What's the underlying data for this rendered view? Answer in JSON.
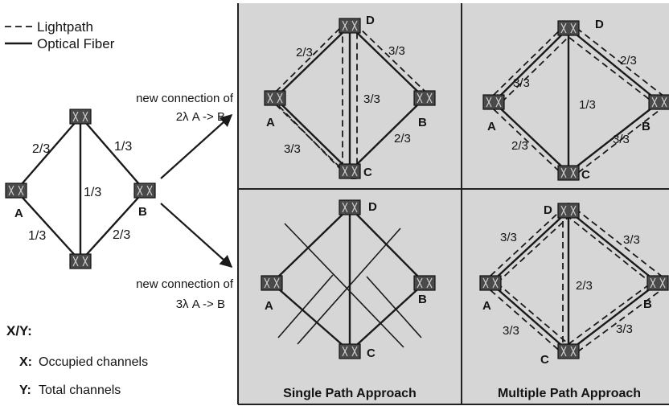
{
  "legend": {
    "lightpath": "Lightpath",
    "fiber": "Optical Fiber"
  },
  "arrows": {
    "top_line1": "new connection of",
    "top_line2": "2λ A -> B",
    "bottom_line1": "new connection of",
    "bottom_line2": "3λ A -> B"
  },
  "key": {
    "title": "X/Y:",
    "x_term": "X:",
    "x_desc": "Occupied channels",
    "y_term": "Y:",
    "y_desc": "Total channels"
  },
  "initial": {
    "nodes": {
      "a": "A",
      "b": "B"
    },
    "links": {
      "ad": "2/3",
      "db": "1/3",
      "dc": "1/3",
      "ac": "1/3",
      "cb": "2/3"
    }
  },
  "single_top": {
    "nodes": {
      "a": "A",
      "b": "B",
      "c": "C",
      "d": "D"
    },
    "links": {
      "ad": "2/3",
      "db": "3/3",
      "dc": "3/3",
      "ac": "3/3",
      "cb": "2/3"
    }
  },
  "multi_top": {
    "nodes": {
      "a": "A",
      "b": "B",
      "c": "C",
      "d": "D"
    },
    "links": {
      "ad": "3/3",
      "db": "2/3",
      "dc": "1/3",
      "ac": "2/3",
      "cb": "3/3"
    }
  },
  "single_bottom": {
    "nodes": {
      "a": "A",
      "b": "B",
      "c": "C",
      "d": "D"
    }
  },
  "multi_bottom": {
    "nodes": {
      "a": "A",
      "b": "B",
      "c": "C",
      "d": "D"
    },
    "links": {
      "ad": "3/3",
      "db": "3/3",
      "dc": "2/3",
      "ac": "3/3",
      "cb": "3/3"
    }
  },
  "captions": {
    "single": "Single Path Approach",
    "multiple": "Multiple Path Approach"
  }
}
